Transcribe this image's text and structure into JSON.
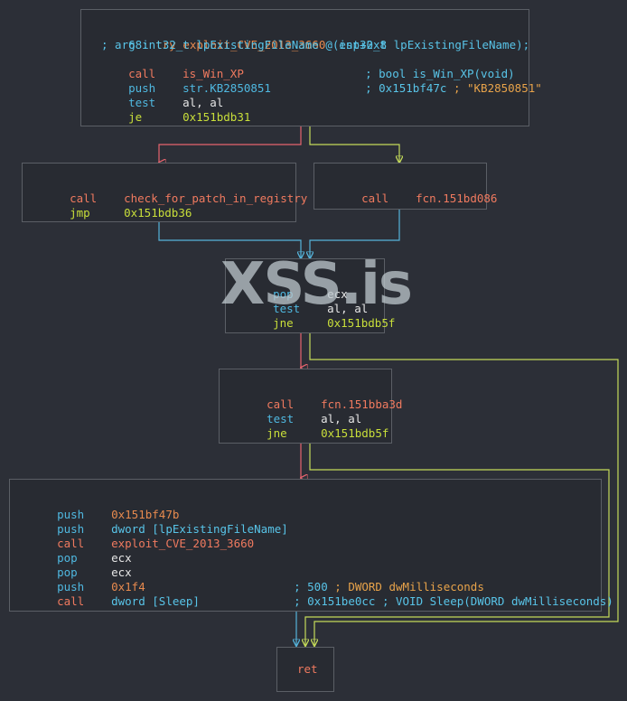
{
  "watermark": "XSS.is",
  "colors": {
    "true_edge": "#c4db5a",
    "false_edge": "#e7646e",
    "uncond_edge": "#55b3da",
    "bg": "#2c2f37",
    "block_bg": "#282b32"
  },
  "blocks": {
    "b1": {
      "header_addr": "68:",
      "header_name": "try_exploit_CVE_2013_3660",
      "header_sig": "(int32_t lpExistingFileName);",
      "arg_line": "; arg int32_t lpExistingFileName @ esp+0x8",
      "rows": [
        {
          "mn": "call",
          "op": "is_Win_XP",
          "cm": "; bool is_Win_XP(void)"
        },
        {
          "mn": "push",
          "op": "str.KB2850851",
          "cm": "; 0x151bf47c",
          "cm2": "; \"KB2850851\""
        },
        {
          "mn": "test",
          "op": "al, al"
        },
        {
          "mn": "je",
          "op": "0x151bdb31"
        }
      ]
    },
    "b2": {
      "rows": [
        {
          "mn": "call",
          "op": "check_for_patch_in_registry"
        },
        {
          "mn": "jmp",
          "op": "0x151bdb36"
        }
      ]
    },
    "b3": {
      "rows": [
        {
          "mn": "call",
          "op": "fcn.151bd086"
        }
      ]
    },
    "b4": {
      "rows": [
        {
          "mn": "pop",
          "op": "ecx"
        },
        {
          "mn": "test",
          "op": "al, al"
        },
        {
          "mn": "jne",
          "op": "0x151bdb5f"
        }
      ]
    },
    "b5": {
      "rows": [
        {
          "mn": "call",
          "op": "fcn.151bba3d"
        },
        {
          "mn": "test",
          "op": "al, al"
        },
        {
          "mn": "jne",
          "op": "0x151bdb5f"
        }
      ]
    },
    "b6": {
      "rows": [
        {
          "mn": "push",
          "op": "0x151bf47b"
        },
        {
          "mn": "push",
          "op": "dword [lpExistingFileName]"
        },
        {
          "mn": "call",
          "op": "exploit_CVE_2013_3660"
        },
        {
          "mn": "pop",
          "op": "ecx"
        },
        {
          "mn": "pop",
          "op": "ecx"
        },
        {
          "mn": "push",
          "op": "0x1f4",
          "cm": "; 500",
          "cm2": "; DWORD dwMilliseconds"
        },
        {
          "mn": "call",
          "op": "dword [Sleep]",
          "cm": "; 0x151be0cc",
          "cm2": "; VOID Sleep(DWORD dwMilliseconds)"
        }
      ]
    },
    "b7": {
      "rows": [
        {
          "mn": "ret"
        }
      ]
    }
  }
}
